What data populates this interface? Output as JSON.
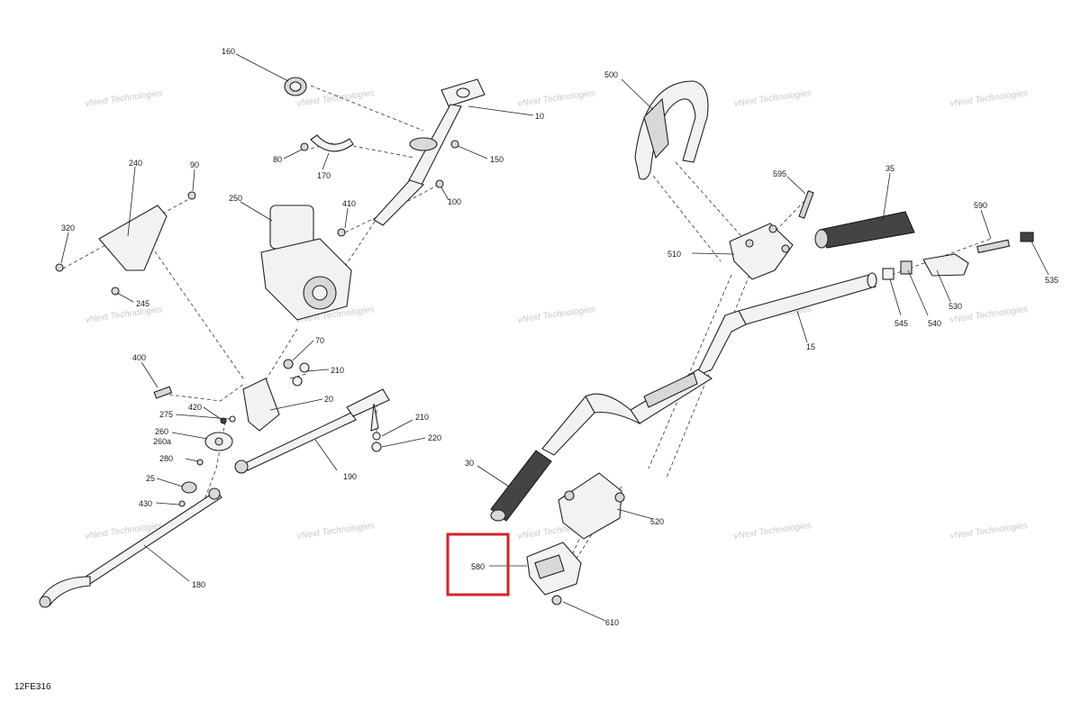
{
  "figure_code": "12FE316",
  "watermark": {
    "line1": "vNext",
    "line2": "Technologies",
    "full": "vNext Technologies"
  },
  "highlight": {
    "part": "580",
    "color": "#d3232a"
  },
  "callouts": [
    "160",
    "10",
    "80",
    "170",
    "150",
    "240",
    "90",
    "250",
    "410",
    "100",
    "320",
    "245",
    "70",
    "400",
    "210",
    "20",
    "420",
    "275",
    "260",
    "260a",
    "280",
    "190",
    "25",
    "430",
    "180",
    "210",
    "220",
    "500",
    "595",
    "35",
    "590",
    "510",
    "535",
    "530",
    "545",
    "540",
    "15",
    "30",
    "520",
    "580",
    "610"
  ]
}
